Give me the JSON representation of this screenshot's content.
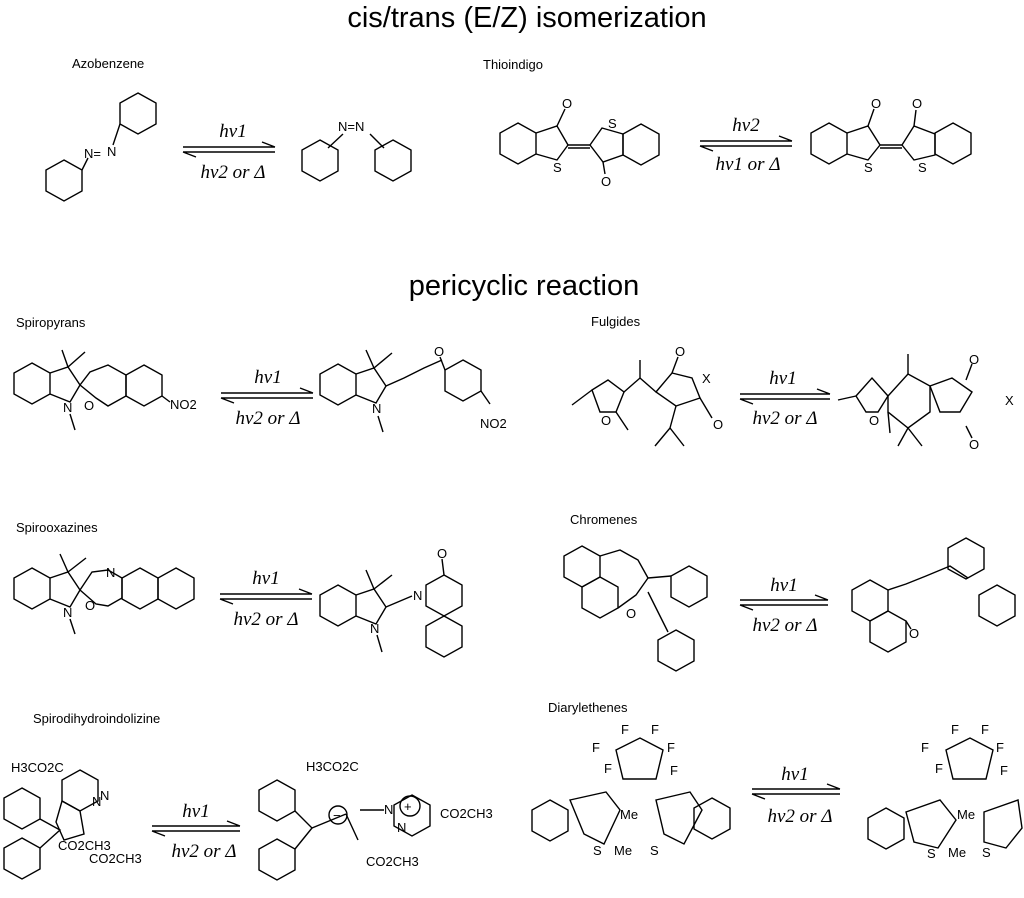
{
  "headings": {
    "section1": "cis/trans (E/Z) isomerization",
    "section2": "pericyclic reaction"
  },
  "compounds": [
    {
      "name": "Azobenzene",
      "forward": "hν1",
      "reverse": "hν2 or Δ"
    },
    {
      "name": "Thioindigo",
      "forward": "hν2",
      "reverse": "hν1 or Δ"
    },
    {
      "name": "Spiropyrans",
      "forward": "hν1",
      "reverse": "hν2 or Δ"
    },
    {
      "name": "Fulgides",
      "forward": "hν1",
      "reverse": "hν2 or Δ"
    },
    {
      "name": "Spirooxazines",
      "forward": "hν1",
      "reverse": "hν2 or Δ"
    },
    {
      "name": "Chromenes",
      "forward": "hν1",
      "reverse": "hν2 or Δ"
    },
    {
      "name": "Spirodihydroindolizine",
      "forward": "hν1",
      "reverse": "hν2 or Δ"
    },
    {
      "name": "Diarylethenes",
      "forward": "hν1",
      "reverse": "hν2 or Δ"
    }
  ],
  "atoms": {
    "n": "N",
    "o": "O",
    "s": "S",
    "x": "X",
    "f": "F",
    "me": "Me",
    "no2": "NO2",
    "n_eq_n": "N=N",
    "n_eq": "N=",
    "co2ch3": "CO2CH3",
    "h3co2c": "H3CO2C",
    "plus": "+",
    "minus": "−"
  },
  "colors": {
    "ink": "#000000",
    "background": "#ffffff"
  }
}
